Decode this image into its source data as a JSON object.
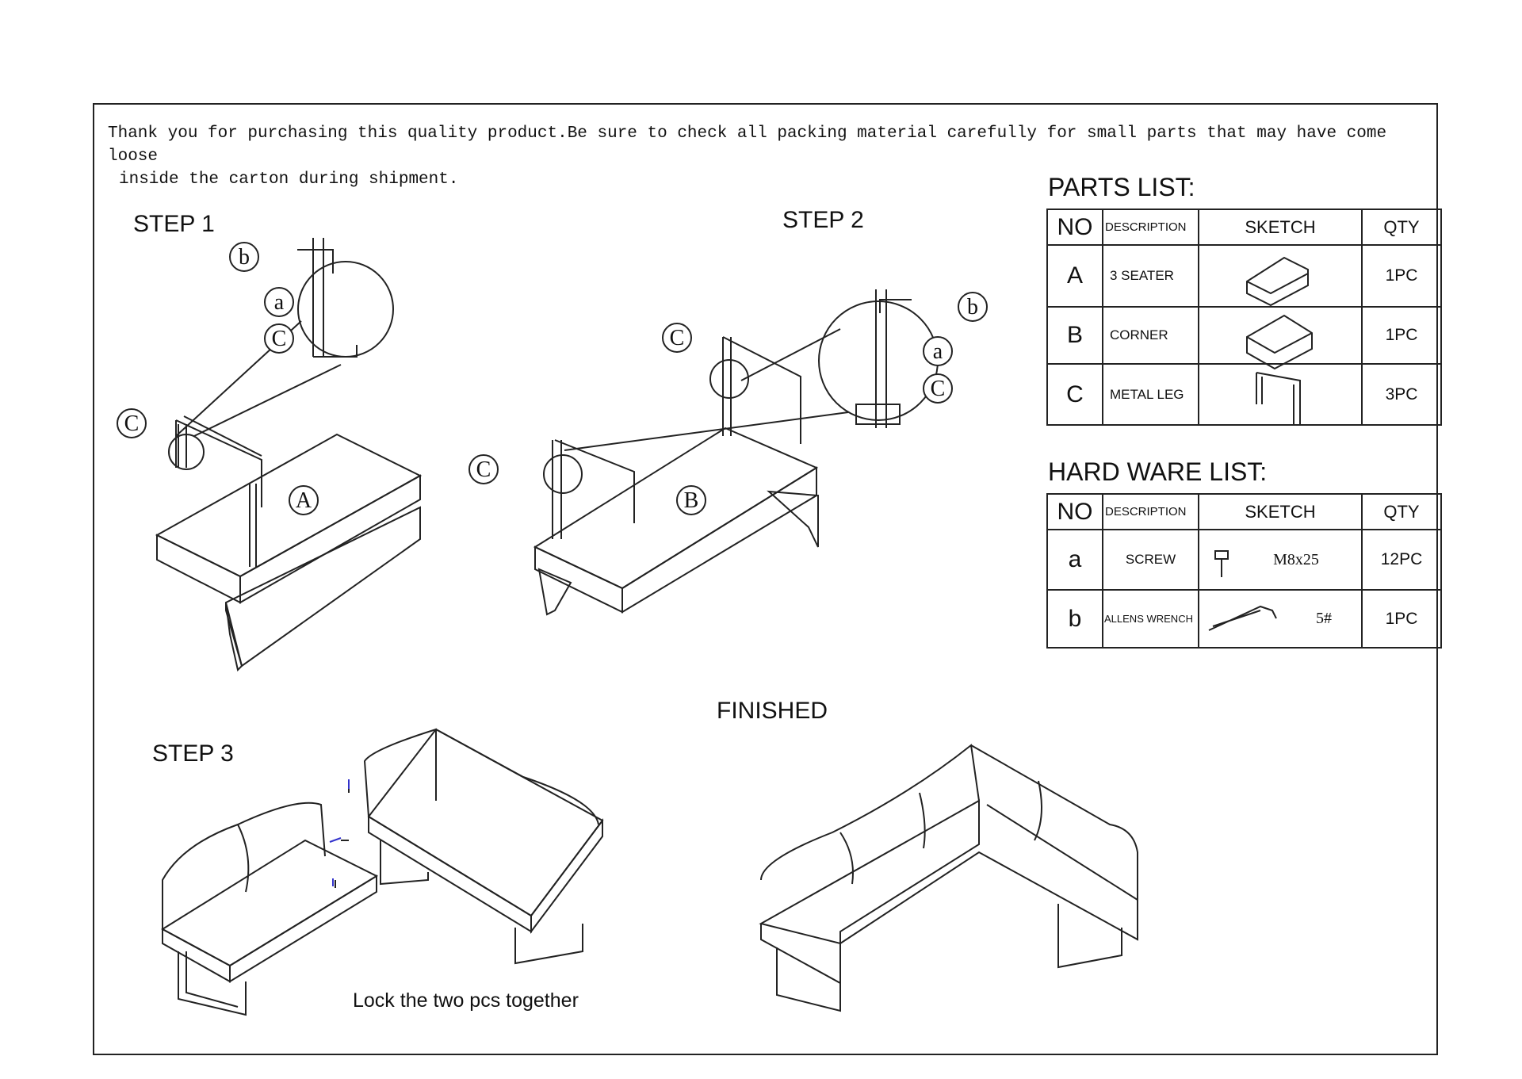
{
  "intro": {
    "line1": "Thank you for purchasing this quality product.Be sure to check all packing material carefully for small parts that may have come loose",
    "line2": "inside the carton during shipment."
  },
  "steps": {
    "step1": "STEP 1",
    "step2": "STEP 2",
    "step3": "STEP 3",
    "finished": "FINISHED",
    "lock_note": "Lock the two pcs together"
  },
  "callouts": [
    "a",
    "b",
    "C",
    "A",
    "B"
  ],
  "parts_list": {
    "title": "PARTS LIST:",
    "headers": [
      "NO",
      "DESCRIPTION",
      "SKETCH",
      "QTY"
    ],
    "rows": [
      {
        "no": "A",
        "description": "3 SEATER",
        "qty": "1PC"
      },
      {
        "no": "B",
        "description": "CORNER",
        "qty": "1PC"
      },
      {
        "no": "C",
        "description": "METAL LEG",
        "qty": "3PC"
      }
    ]
  },
  "hardware_list": {
    "title": "HARD WARE LIST:",
    "headers": [
      "NO",
      "DESCRIPTION",
      "SKETCH",
      "QTY"
    ],
    "rows": [
      {
        "no": "a",
        "description": "SCREW",
        "sketch_label": "M8x25",
        "qty": "12PC"
      },
      {
        "no": "b",
        "description": "ALLENS WRENCH",
        "sketch_label": "5#",
        "qty": "1PC"
      }
    ]
  },
  "colors": {
    "line": "#222222",
    "arrow": "#3333cc"
  }
}
